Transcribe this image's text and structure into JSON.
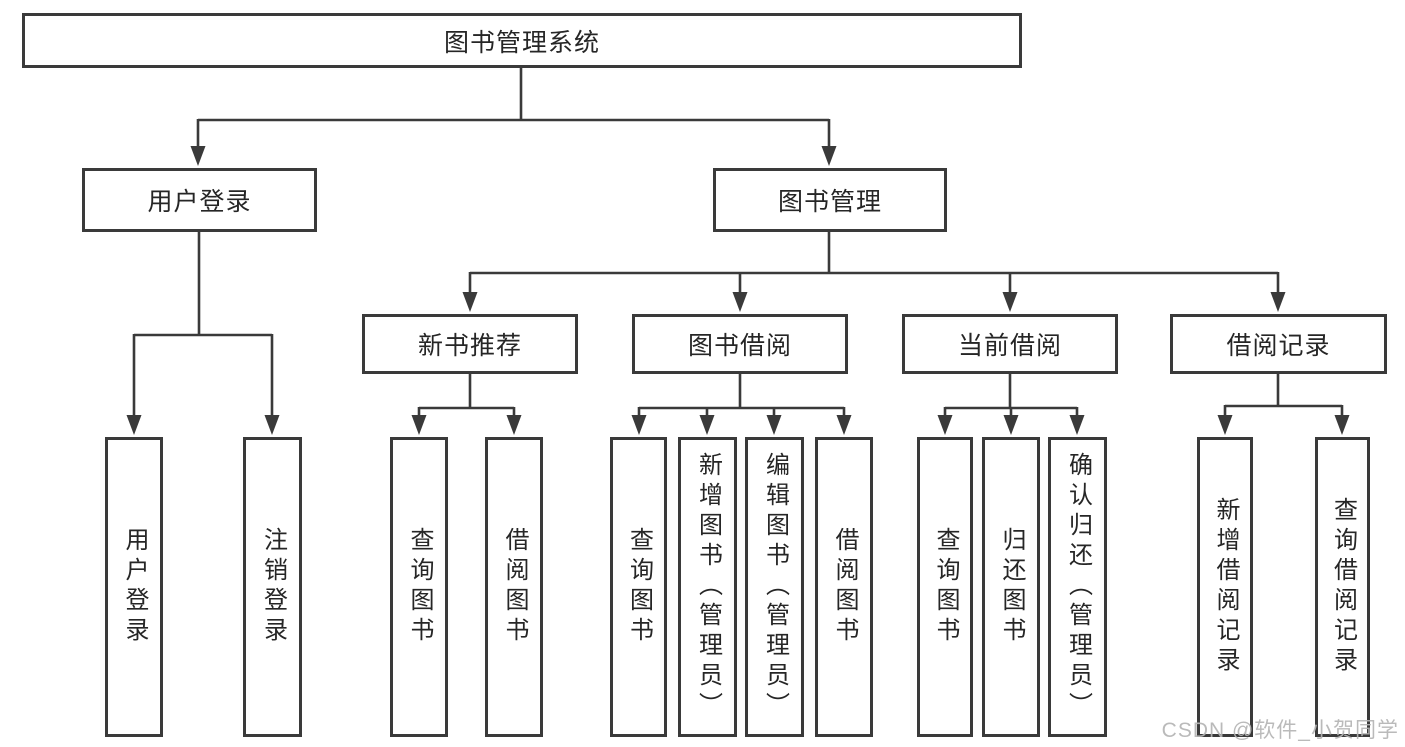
{
  "colors": {
    "line": "#3a3a3a",
    "text": "#262626",
    "watermark": "#b5b5b5",
    "background": "#ffffff"
  },
  "watermark": "CSDN @软件_小贺同学",
  "diagram": {
    "root": "图书管理系统",
    "user_branch": {
      "label": "用户登录",
      "children": [
        "用户登录",
        "注销登录"
      ]
    },
    "mgmt_branch": {
      "label": "图书管理",
      "groups": [
        {
          "label": "新书推荐",
          "children": [
            "查询图书",
            "借阅图书"
          ]
        },
        {
          "label": "图书借阅",
          "children": [
            "查询图书",
            "新增图书（管理员）",
            "编辑图书（管理员）",
            "借阅图书"
          ]
        },
        {
          "label": "当前借阅",
          "children": [
            "查询图书",
            "归还图书",
            "确认归还（管理员）"
          ]
        },
        {
          "label": "借阅记录",
          "children": [
            "新增借阅记录",
            "查询借阅记录"
          ]
        }
      ]
    }
  }
}
